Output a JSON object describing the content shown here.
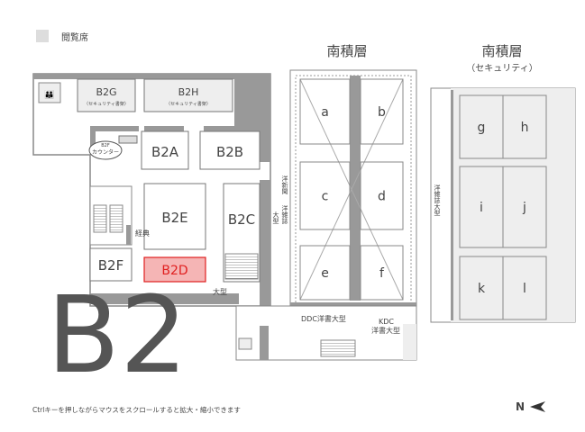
{
  "legend": {
    "label": "閲覧席",
    "swatch_color": "#dddddd"
  },
  "floor_label": "B2",
  "buildings": {
    "south_stacks": {
      "title": "南積層",
      "stacks": [
        "a",
        "b",
        "c",
        "d",
        "e",
        "f"
      ]
    },
    "south_stacks_security": {
      "title": "南積層",
      "subtitle": "（セキュリティ）",
      "stacks": [
        "g",
        "h",
        "i",
        "j",
        "k",
        "l"
      ]
    }
  },
  "rooms": {
    "b2g": {
      "name": "B2G",
      "note": "（セキュリティ書架）"
    },
    "b2h": {
      "name": "B2H",
      "note": "（セキュリティ書架）"
    },
    "b2a": {
      "name": "B2A"
    },
    "b2b": {
      "name": "B2B"
    },
    "b2e": {
      "name": "B2E"
    },
    "b2c": {
      "name": "B2C"
    },
    "b2f": {
      "name": "B2F"
    },
    "b2d": {
      "name": "B2D",
      "highlight_color": "#e02020"
    }
  },
  "labels": {
    "counter_floor": "B2F",
    "counter": "カウンター",
    "keiten": "経典",
    "oogata1": "大型",
    "oogata2": "大型",
    "western_newspapers": "洋新聞",
    "western_magazines": "洋雑誌",
    "western_magazines_large": "洋雑誌大型",
    "ddc": "DDC洋書大型",
    "kdc_1": "KDC",
    "kdc_2": "洋書大型"
  },
  "hint": "Ctrlキーを押しながらマウスをスクロールすると拡大・縮小できます",
  "compass": {
    "label": "N"
  }
}
